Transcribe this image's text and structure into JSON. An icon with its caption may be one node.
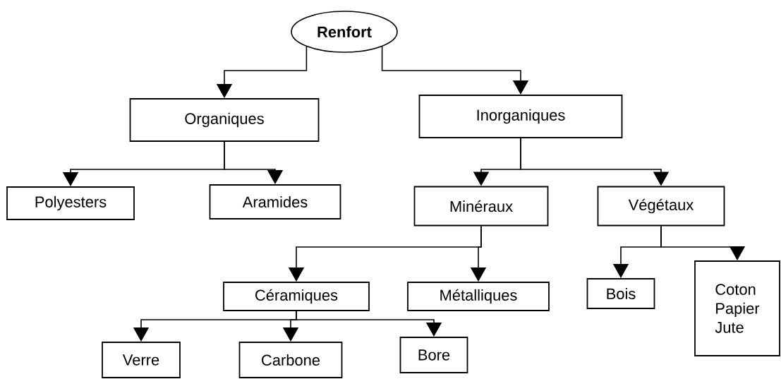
{
  "diagram": {
    "nodes": [
      {
        "text": [
          "Renfort"
        ]
      },
      {
        "text": [
          "Organiques"
        ]
      },
      {
        "text": [
          "Inorganiques"
        ]
      },
      {
        "text": [
          "Polyesters"
        ]
      },
      {
        "text": [
          "Aramides"
        ]
      },
      {
        "text": [
          "Minéraux"
        ]
      },
      {
        "text": [
          "Végétaux"
        ]
      },
      {
        "text": [
          "Céramiques"
        ]
      },
      {
        "text": [
          "Métalliques"
        ]
      },
      {
        "text": [
          "Bois"
        ]
      },
      {
        "text": [
          "Coton",
          "Papier",
          "Jute"
        ]
      },
      {
        "text": [
          "Verre"
        ]
      },
      {
        "text": [
          "Carbone"
        ]
      },
      {
        "text": [
          "Bore"
        ]
      }
    ],
    "edges": [
      {
        "from": 0,
        "to": 1,
        "arrow": "to"
      },
      {
        "from": 0,
        "to": 2,
        "arrow": "to"
      },
      {
        "from": 1,
        "to": 3,
        "arrow": "to"
      },
      {
        "from": 1,
        "to": 4,
        "arrow": "to"
      },
      {
        "from": 2,
        "to": 5,
        "arrow": "to"
      },
      {
        "from": 2,
        "to": 6,
        "arrow": "to"
      },
      {
        "from": 5,
        "to": 7,
        "arrow": "to"
      },
      {
        "from": 5,
        "to": 8,
        "arrow": "to"
      },
      {
        "from": 6,
        "to": 9,
        "arrow": "to"
      },
      {
        "from": 6,
        "to": 10,
        "arrow": "to"
      },
      {
        "from": 7,
        "to": 11,
        "arrow": "to"
      },
      {
        "from": 7,
        "to": 12,
        "arrow": "to"
      },
      {
        "from": 7,
        "to": 13,
        "arrow": "to"
      }
    ]
  }
}
